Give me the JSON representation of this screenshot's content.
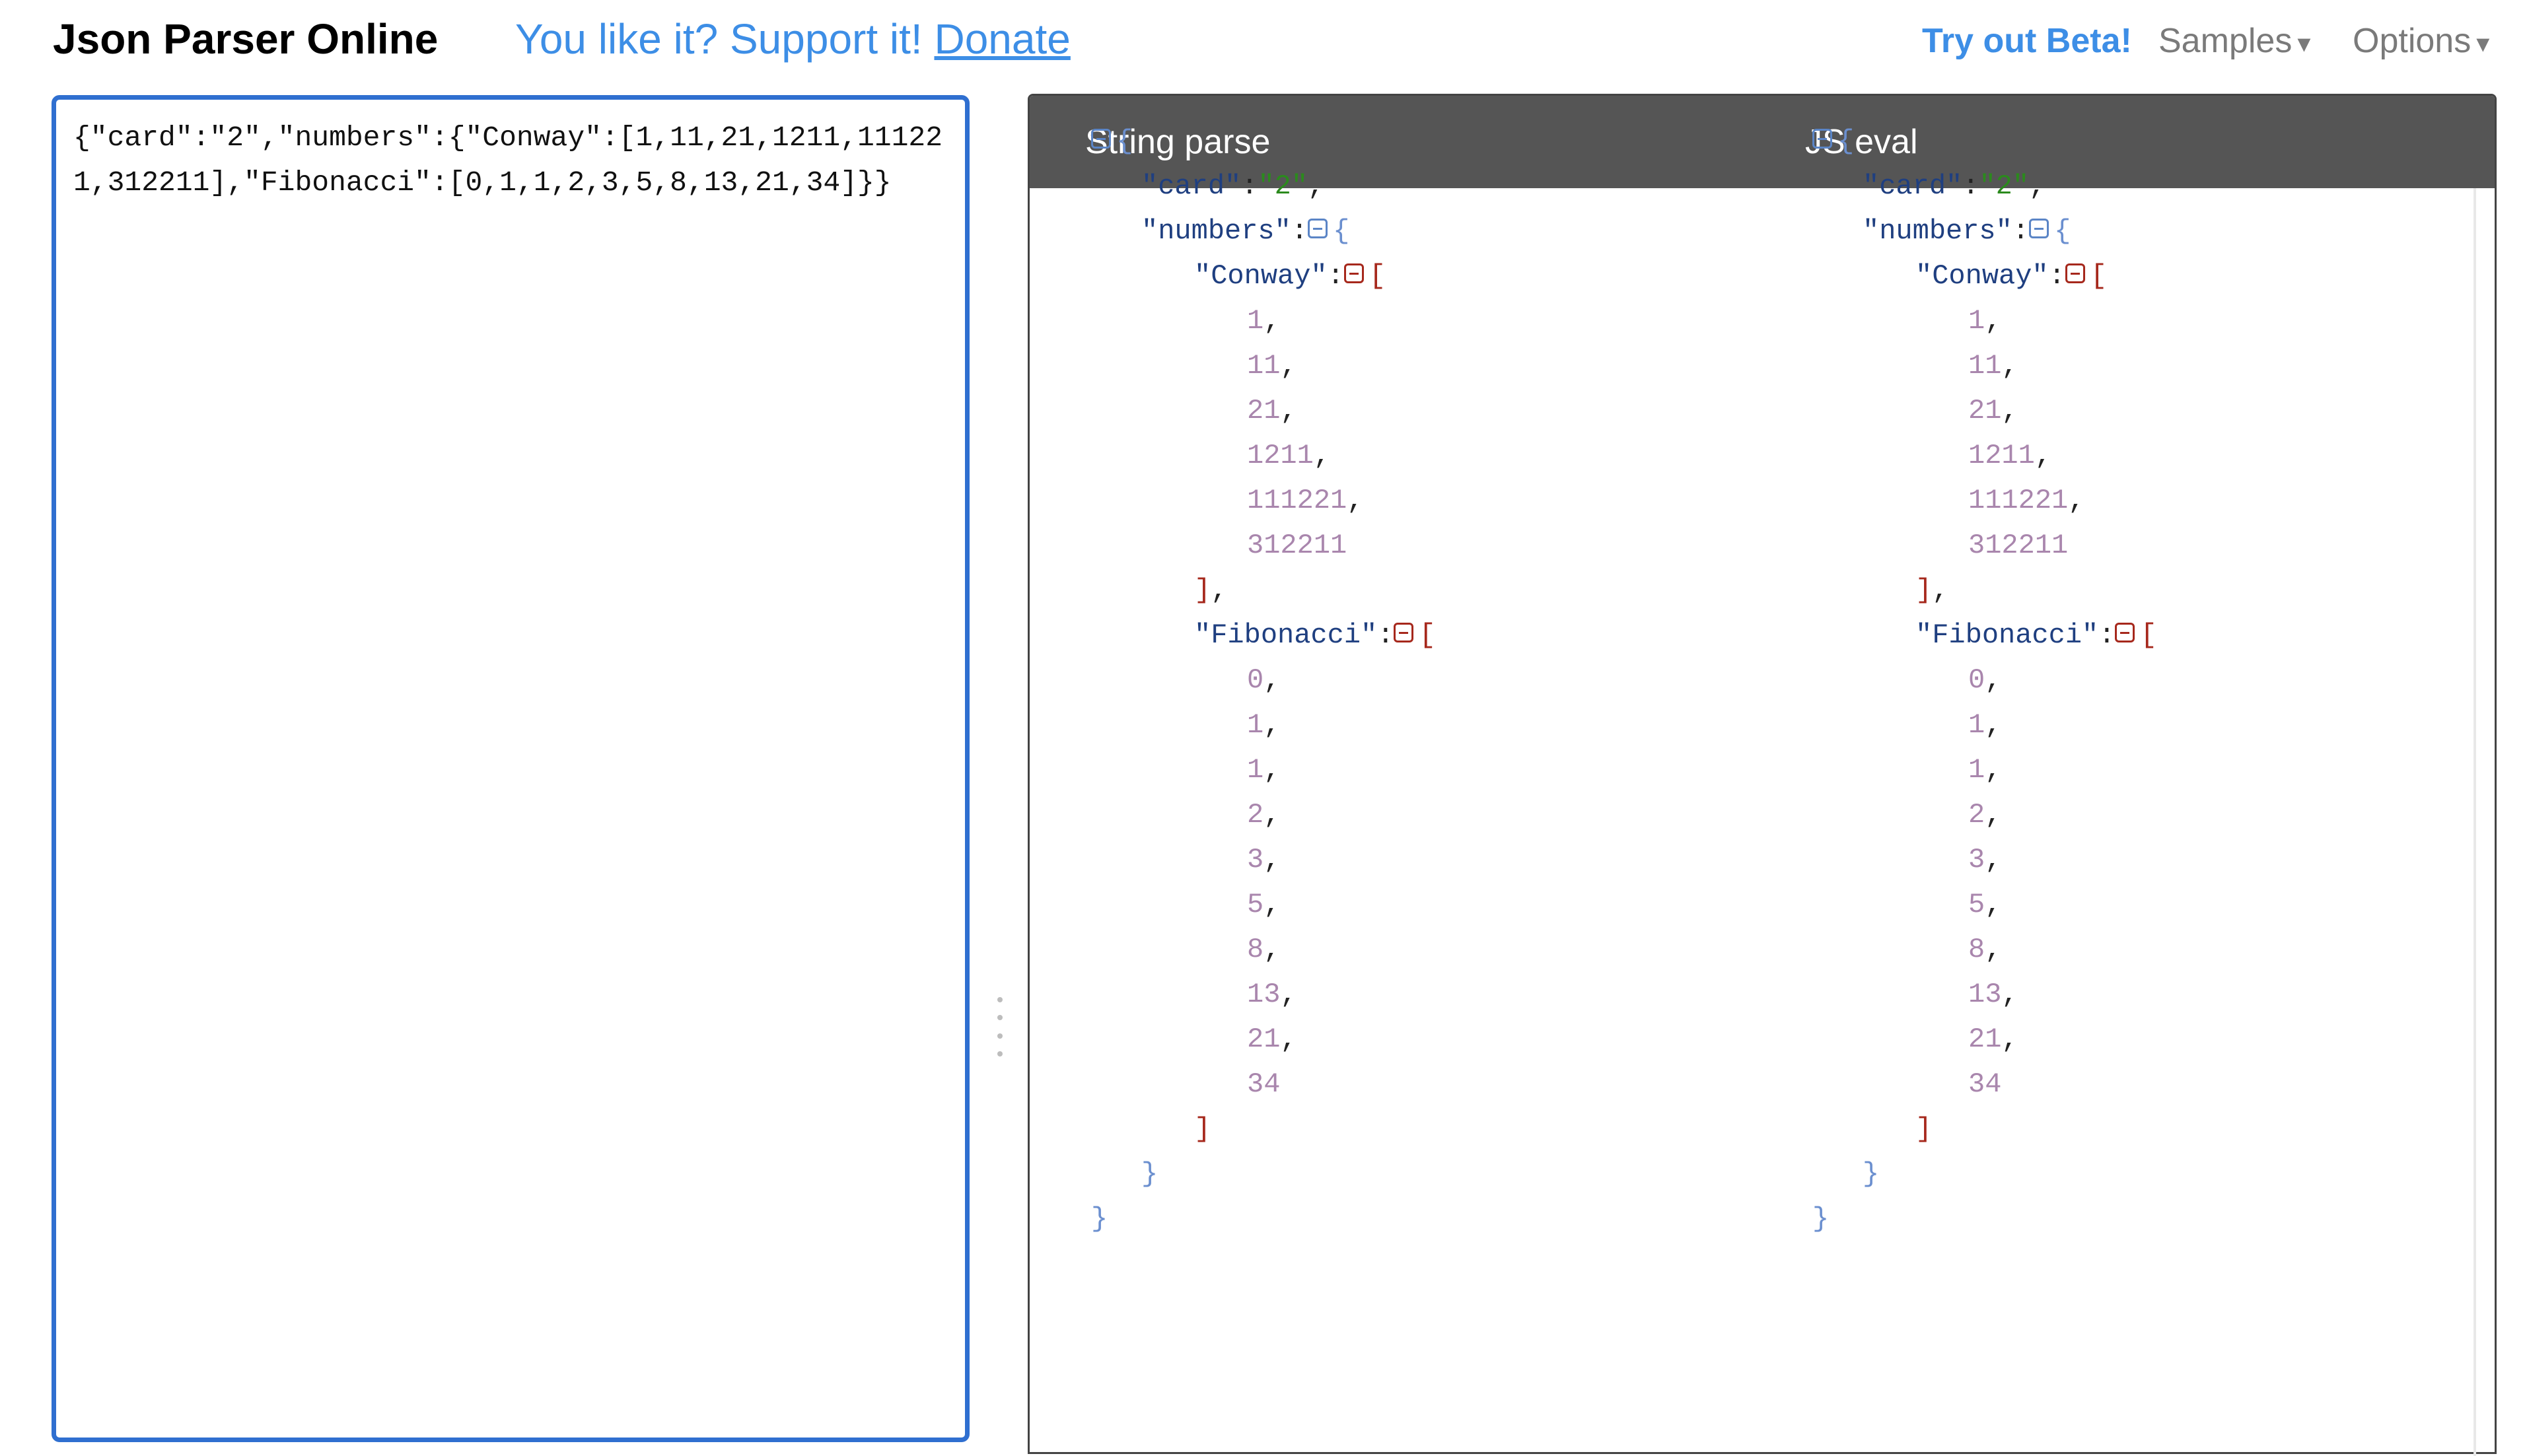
{
  "header": {
    "title": "Json Parser Online",
    "support_text": "You like it? Support it!",
    "donate_label": "Donate",
    "beta_label": "Try out Beta!",
    "samples_label": "Samples",
    "options_label": "Options",
    "caret": "▾"
  },
  "input": {
    "value": "{\"card\":\"2\",\"numbers\":{\"Conway\":[1,11,21,1211,111221,312211],\"Fibonacci\":[0,1,1,2,3,5,8,13,21,34]}}"
  },
  "output": {
    "tabs": [
      "String parse",
      "JS eval"
    ],
    "tree": {
      "open_brace": "{",
      "close_brace": "}",
      "open_bracket": "[",
      "close_bracket": "]",
      "card_key": "\"card\"",
      "card_value": "\"2\"",
      "numbers_key": "\"numbers\"",
      "conway_key": "\"Conway\"",
      "conway_values": [
        "1",
        "11",
        "21",
        "1211",
        "111221",
        "312211"
      ],
      "fibonacci_key": "\"Fibonacci\"",
      "fibonacci_values": [
        "0",
        "1",
        "1",
        "2",
        "3",
        "5",
        "8",
        "13",
        "21",
        "34"
      ]
    }
  }
}
